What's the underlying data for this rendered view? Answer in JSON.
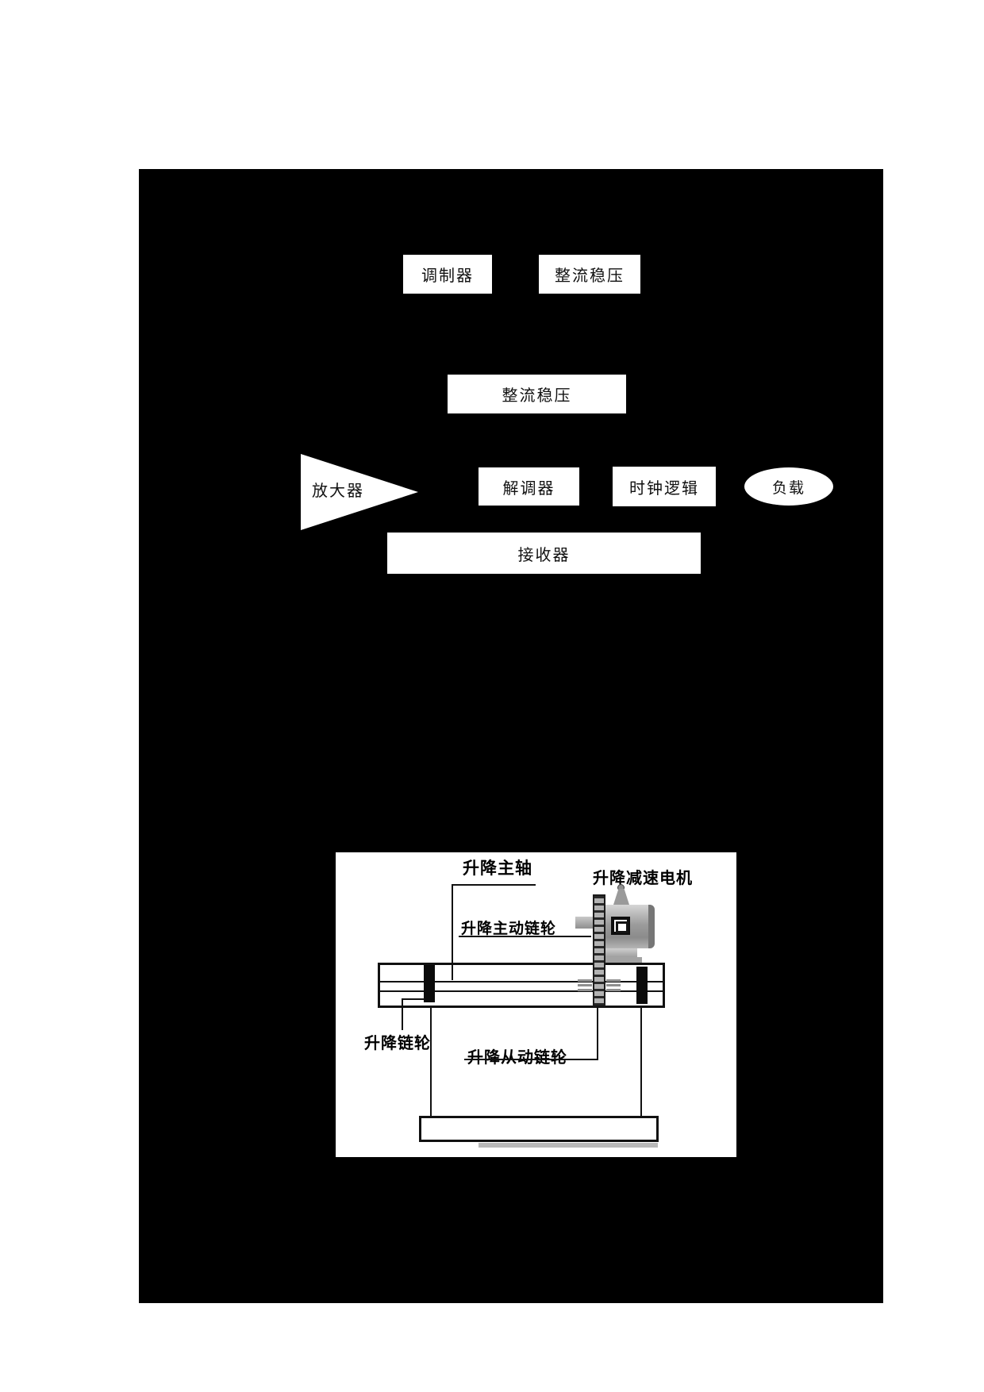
{
  "flowchart": {
    "modulator": "调制器",
    "rectifier_top": "整流稳压",
    "rectifier_mid": "整流稳压",
    "amplifier": "放大器",
    "demodulator": "解调器",
    "clock_logic": "时钟逻辑",
    "load": "负载",
    "receiver": "接收器"
  },
  "mech": {
    "labels": {
      "main_shaft": "升降主轴",
      "gear_motor": "升降减速电机",
      "drive_sprocket": "升降主动链轮",
      "lift_sprocket": "升降链轮",
      "driven_sprocket": "升降从动链轮"
    }
  },
  "colors": {
    "panel_background": "#000000",
    "page_background": "#ffffff",
    "block_fill": "#ffffff",
    "line_color": "#111111",
    "metal_gray": "#9c9c9c"
  }
}
